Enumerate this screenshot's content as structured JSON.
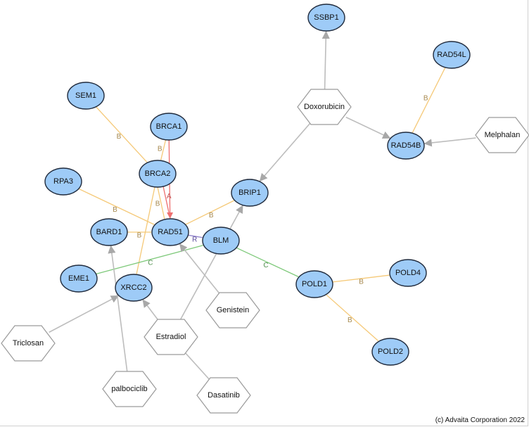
{
  "diagram": {
    "copyright": "(c) Advaita Corporation 2022",
    "colors": {
      "gene_fill": "#9ecbf7",
      "gene_stroke": "#1f2a3c",
      "drug_fill": "#ffffff",
      "drug_stroke": "#9a9a9a",
      "edge_binding": "#f5c978",
      "edge_activation": "#ee6f6f",
      "edge_compound": "#7ec97a",
      "edge_drug": "#bdbdbd",
      "edge_purple": "#8b7cc8"
    },
    "genes": [
      {
        "id": "SSBP1",
        "label": "SSBP1"
      },
      {
        "id": "RAD54L",
        "label": "RAD54L"
      },
      {
        "id": "SEM1",
        "label": "SEM1"
      },
      {
        "id": "BRCA1",
        "label": "BRCA1"
      },
      {
        "id": "RAD54B",
        "label": "RAD54B"
      },
      {
        "id": "BRCA2",
        "label": "BRCA2"
      },
      {
        "id": "RPA3",
        "label": "RPA3"
      },
      {
        "id": "BRIP1",
        "label": "BRIP1"
      },
      {
        "id": "BARD1",
        "label": "BARD1"
      },
      {
        "id": "RAD51",
        "label": "RAD51"
      },
      {
        "id": "BLM",
        "label": "BLM"
      },
      {
        "id": "EME1",
        "label": "EME1"
      },
      {
        "id": "POLD4",
        "label": "POLD4"
      },
      {
        "id": "POLD1",
        "label": "POLD1"
      },
      {
        "id": "XRCC2",
        "label": "XRCC2"
      },
      {
        "id": "POLD2",
        "label": "POLD2"
      }
    ],
    "drugs": [
      {
        "id": "Doxorubicin",
        "label": "Doxorubicin"
      },
      {
        "id": "Melphalan",
        "label": "Melphalan"
      },
      {
        "id": "Genistein",
        "label": "Genistein"
      },
      {
        "id": "Estradiol",
        "label": "Estradiol"
      },
      {
        "id": "Triclosan",
        "label": "Triclosan"
      },
      {
        "id": "palbociclib",
        "label": "palbociclib"
      },
      {
        "id": "Dasatinib",
        "label": "Dasatinib"
      }
    ],
    "edges": [
      {
        "from": "SEM1",
        "to": "BRCA2",
        "kind": "binding",
        "label": "B"
      },
      {
        "from": "BRCA1",
        "to": "BRCA2",
        "kind": "binding",
        "label": "B"
      },
      {
        "from": "RPA3",
        "to": "RAD51",
        "kind": "binding",
        "label": "B"
      },
      {
        "from": "BARD1",
        "to": "RAD51",
        "kind": "binding",
        "label": "B"
      },
      {
        "from": "RAD51",
        "to": "BRIP1",
        "kind": "binding",
        "label": "B"
      },
      {
        "from": "BRCA2",
        "to": "RAD51",
        "kind": "binding",
        "label": "B"
      },
      {
        "from": "BRCA2",
        "to": "XRCC2",
        "kind": "binding",
        "label": ""
      },
      {
        "from": "RAD54L",
        "to": "RAD54B",
        "kind": "binding",
        "label": "B"
      },
      {
        "from": "POLD1",
        "to": "POLD4",
        "kind": "binding",
        "label": "B"
      },
      {
        "from": "POLD1",
        "to": "POLD2",
        "kind": "binding",
        "label": "B"
      },
      {
        "from": "BRCA1",
        "to": "RAD51",
        "kind": "activation",
        "label": "",
        "arrow": true
      },
      {
        "from": "BRCA2",
        "to": "RAD51",
        "kind": "activation",
        "label": "A"
      },
      {
        "from": "RAD51",
        "to": "BLM",
        "kind": "purple",
        "label": "R"
      },
      {
        "from": "EME1",
        "to": "BLM",
        "kind": "compound",
        "label": "C"
      },
      {
        "from": "BLM",
        "to": "POLD1",
        "kind": "compound",
        "label": "C"
      },
      {
        "from": "Doxorubicin",
        "to": "SSBP1",
        "kind": "drug",
        "label": "",
        "arrow": true
      },
      {
        "from": "Doxorubicin",
        "to": "RAD54B",
        "kind": "drug",
        "label": "",
        "arrow": true
      },
      {
        "from": "Doxorubicin",
        "to": "BRIP1",
        "kind": "drug",
        "label": "",
        "arrow": true
      },
      {
        "from": "Melphalan",
        "to": "RAD54B",
        "kind": "drug",
        "label": "",
        "arrow": true
      },
      {
        "from": "Genistein",
        "to": "RAD51",
        "kind": "drug",
        "label": "",
        "arrow": true
      },
      {
        "from": "Estradiol",
        "to": "BRIP1",
        "kind": "drug",
        "label": "",
        "arrow": true
      },
      {
        "from": "Estradiol",
        "to": "XRCC2",
        "kind": "drug",
        "label": "",
        "arrow": true
      },
      {
        "from": "Estradiol",
        "to": "Dasatinib",
        "kind": "drug",
        "label": ""
      },
      {
        "from": "Triclosan",
        "to": "XRCC2",
        "kind": "drug",
        "label": "",
        "arrow": true
      },
      {
        "from": "palbociclib",
        "to": "BARD1",
        "kind": "drug",
        "label": "",
        "arrow": true
      }
    ]
  }
}
